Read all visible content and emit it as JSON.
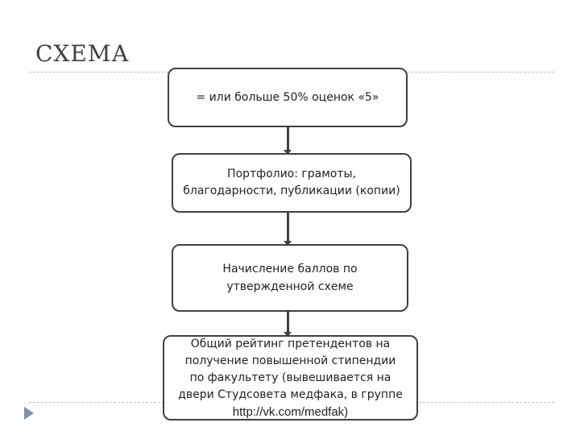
{
  "title": "СХЕМА",
  "nodes": {
    "box1": "= или больше 50% оценок «5»",
    "box2_line1": "Портфолио: грамоты,",
    "box2_line2": "благодарности, публикации (копии)",
    "box3_line1": "Начисление баллов по",
    "box3_line2": "утвержденной схеме",
    "box4_line1": "Общий рейтинг претендентов на",
    "box4_line2": "получение повышенной стипендии",
    "box4_line3": "по факультету (вывешивается на",
    "box4_line4": "двери Студсовета медфака, в группе",
    "box4_line5": "http://vk.com/medfak)"
  }
}
